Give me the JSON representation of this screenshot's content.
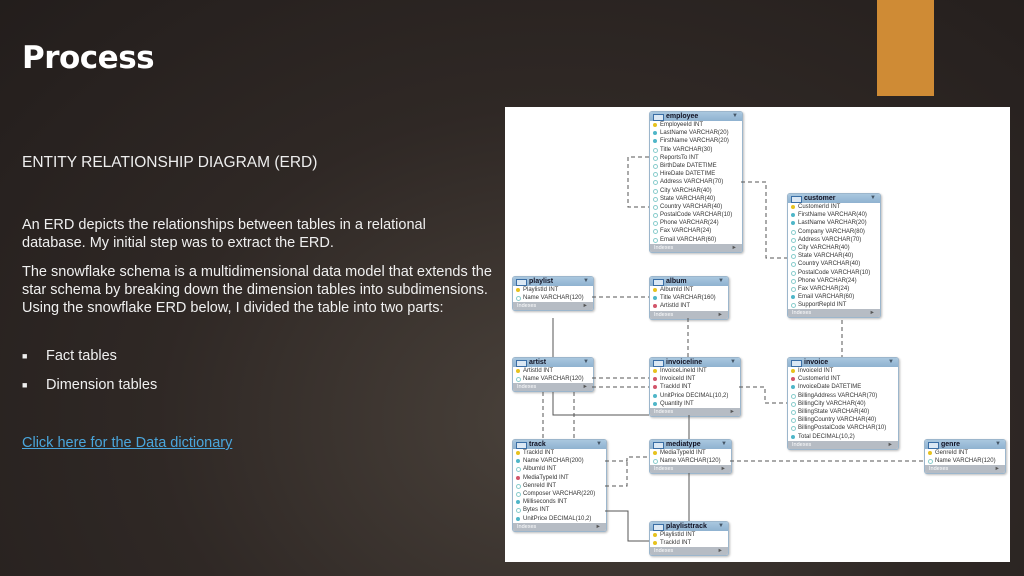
{
  "slide": {
    "title": "Process",
    "subtitle": "ENTITY RELATIONSHIP DIAGRAM (ERD)",
    "paragraph1": "An ERD depicts the relationships between tables in a relational database. My initial step was to extract the ERD.",
    "paragraph2": "The snowflake schema is a multidimensional data model that extends the star schema by breaking down the dimension tables into subdimensions. Using the snowflake ERD below, I divided the table into two parts:",
    "bullets": [
      "Fact tables",
      "Dimension tables"
    ],
    "link": "Click here for the Data dictionary",
    "accent_color": "#cf8b35"
  },
  "erd": {
    "footer_label": "Indexes",
    "tables": [
      {
        "name": "employee",
        "columns": [
          [
            "pk",
            "EmployeeId INT"
          ],
          [
            "nn",
            "LastName VARCHAR(20)"
          ],
          [
            "nn",
            "FirstName VARCHAR(20)"
          ],
          [
            "col",
            "Title VARCHAR(30)"
          ],
          [
            "col",
            "ReportsTo INT"
          ],
          [
            "col",
            "BirthDate DATETIME"
          ],
          [
            "col",
            "HireDate DATETIME"
          ],
          [
            "col",
            "Address VARCHAR(70)"
          ],
          [
            "col",
            "City VARCHAR(40)"
          ],
          [
            "col",
            "State VARCHAR(40)"
          ],
          [
            "col",
            "Country VARCHAR(40)"
          ],
          [
            "col",
            "PostalCode VARCHAR(10)"
          ],
          [
            "col",
            "Phone VARCHAR(24)"
          ],
          [
            "col",
            "Fax VARCHAR(24)"
          ],
          [
            "col",
            "Email VARCHAR(60)"
          ]
        ]
      },
      {
        "name": "customer",
        "columns": [
          [
            "pk",
            "CustomerId INT"
          ],
          [
            "nn",
            "FirstName VARCHAR(40)"
          ],
          [
            "nn",
            "LastName VARCHAR(20)"
          ],
          [
            "col",
            "Company VARCHAR(80)"
          ],
          [
            "col",
            "Address VARCHAR(70)"
          ],
          [
            "col",
            "City VARCHAR(40)"
          ],
          [
            "col",
            "State VARCHAR(40)"
          ],
          [
            "col",
            "Country VARCHAR(40)"
          ],
          [
            "col",
            "PostalCode VARCHAR(10)"
          ],
          [
            "col",
            "Phone VARCHAR(24)"
          ],
          [
            "col",
            "Fax VARCHAR(24)"
          ],
          [
            "nn",
            "Email VARCHAR(60)"
          ],
          [
            "col",
            "SupportRepId INT"
          ]
        ]
      },
      {
        "name": "playlist",
        "columns": [
          [
            "pk",
            "PlaylistId INT"
          ],
          [
            "col",
            "Name VARCHAR(120)"
          ]
        ]
      },
      {
        "name": "album",
        "columns": [
          [
            "pk",
            "AlbumId INT"
          ],
          [
            "nn",
            "Title VARCHAR(160)"
          ],
          [
            "fk",
            "ArtistId INT"
          ]
        ]
      },
      {
        "name": "artist",
        "columns": [
          [
            "pk",
            "ArtistId INT"
          ],
          [
            "col",
            "Name VARCHAR(120)"
          ]
        ]
      },
      {
        "name": "invoiceline",
        "columns": [
          [
            "pk",
            "InvoiceLineId INT"
          ],
          [
            "fk",
            "InvoiceId INT"
          ],
          [
            "fk",
            "TrackId INT"
          ],
          [
            "nn",
            "UnitPrice DECIMAL(10,2)"
          ],
          [
            "nn",
            "Quantity INT"
          ]
        ]
      },
      {
        "name": "invoice",
        "columns": [
          [
            "pk",
            "InvoiceId INT"
          ],
          [
            "fk",
            "CustomerId INT"
          ],
          [
            "nn",
            "InvoiceDate DATETIME"
          ],
          [
            "col",
            "BillingAddress VARCHAR(70)"
          ],
          [
            "col",
            "BillingCity VARCHAR(40)"
          ],
          [
            "col",
            "BillingState VARCHAR(40)"
          ],
          [
            "col",
            "BillingCountry VARCHAR(40)"
          ],
          [
            "col",
            "BillingPostalCode VARCHAR(10)"
          ],
          [
            "nn",
            "Total DECIMAL(10,2)"
          ]
        ]
      },
      {
        "name": "genre",
        "columns": [
          [
            "pk",
            "GenreId INT"
          ],
          [
            "col",
            "Name VARCHAR(120)"
          ]
        ]
      },
      {
        "name": "track",
        "columns": [
          [
            "pk",
            "TrackId INT"
          ],
          [
            "nn",
            "Name VARCHAR(200)"
          ],
          [
            "col",
            "AlbumId INT"
          ],
          [
            "fk",
            "MediaTypeId INT"
          ],
          [
            "col",
            "GenreId INT"
          ],
          [
            "col",
            "Composer VARCHAR(220)"
          ],
          [
            "nn",
            "Milliseconds INT"
          ],
          [
            "col",
            "Bytes INT"
          ],
          [
            "nn",
            "UnitPrice DECIMAL(10,2)"
          ]
        ]
      },
      {
        "name": "mediatype",
        "columns": [
          [
            "pk",
            "MediaTypeId INT"
          ],
          [
            "col",
            "Name VARCHAR(120)"
          ]
        ]
      },
      {
        "name": "playlisttrack",
        "columns": [
          [
            "pk",
            "PlaylistId INT"
          ],
          [
            "pk",
            "TrackId INT"
          ]
        ]
      }
    ]
  }
}
